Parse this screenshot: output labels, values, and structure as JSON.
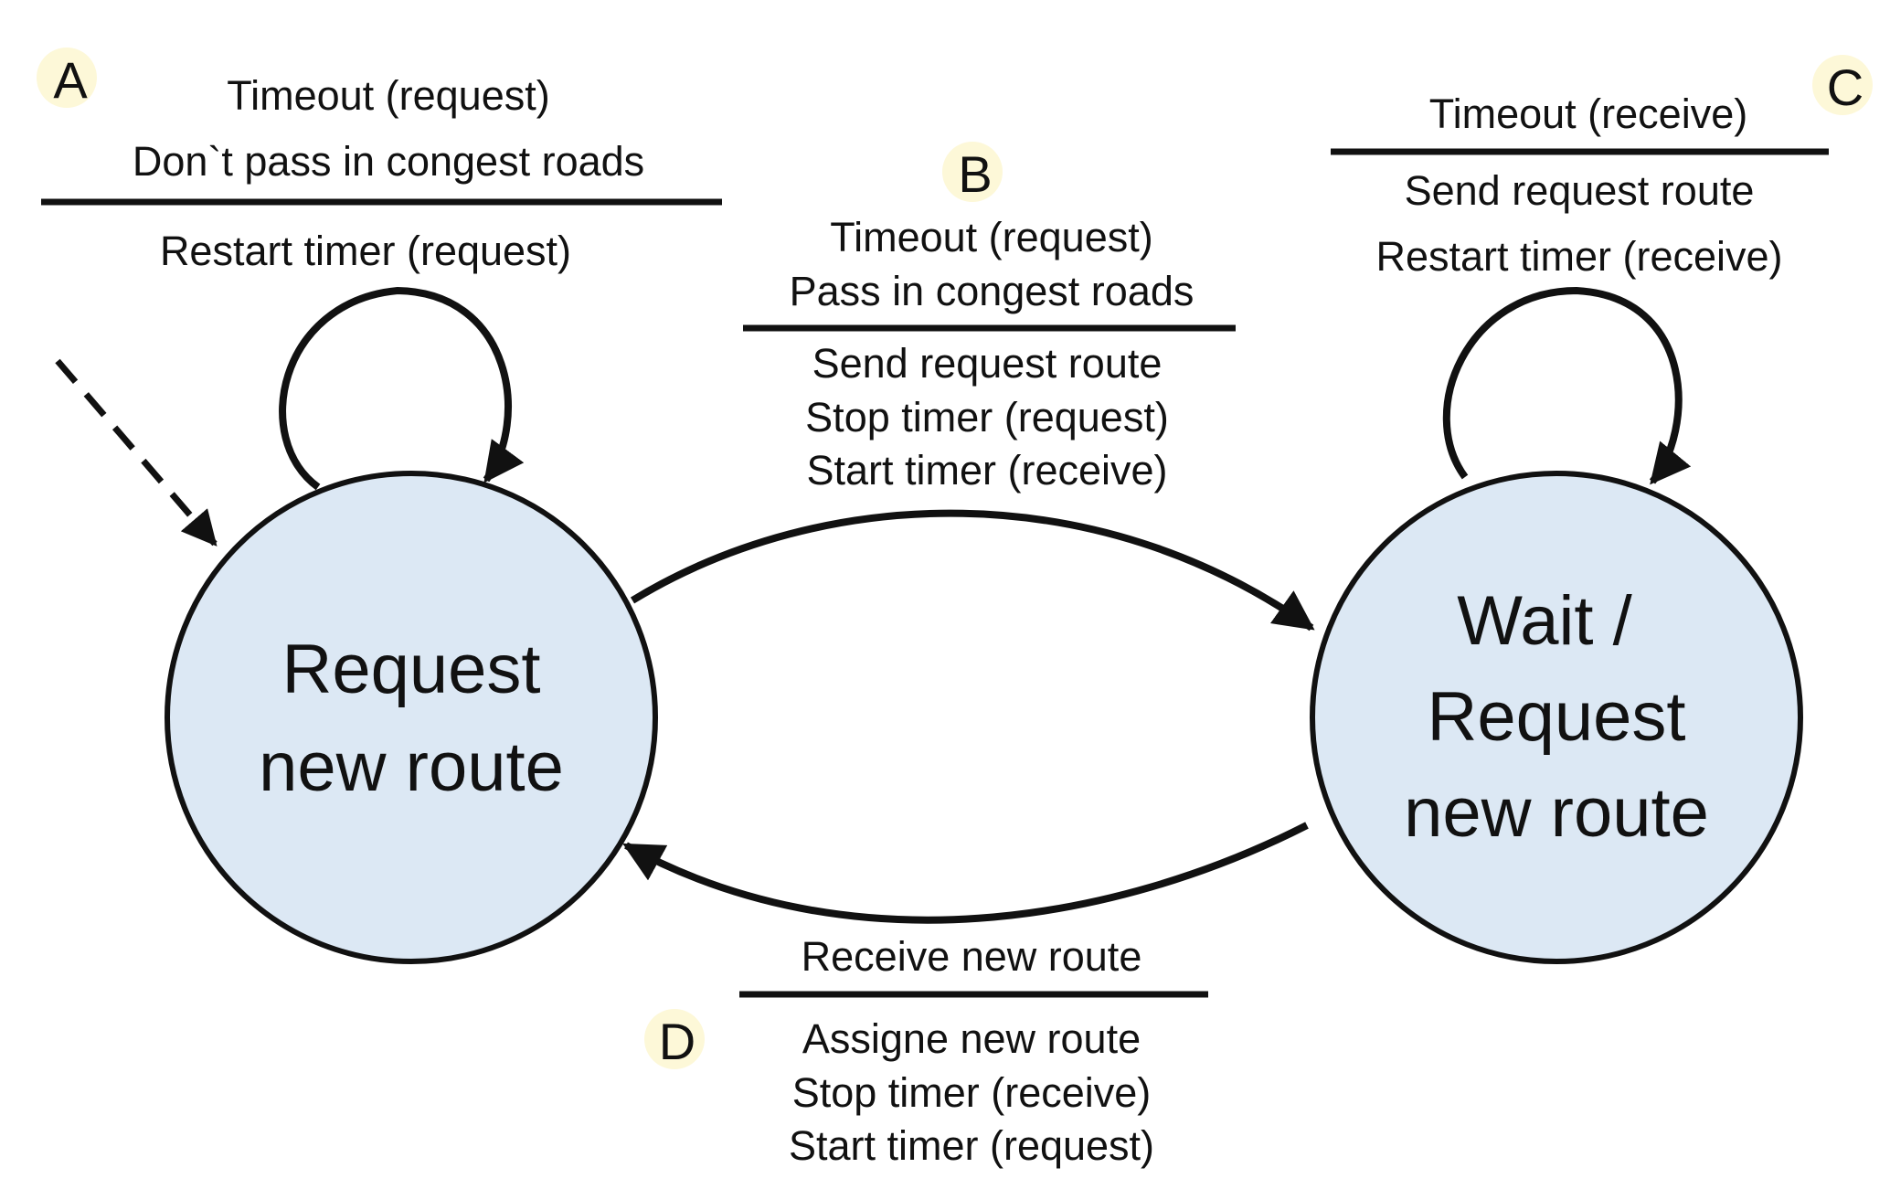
{
  "states": {
    "request": {
      "lines": [
        "Request",
        "new route"
      ]
    },
    "wait": {
      "lines": [
        "Wait /",
        "Request",
        "new route"
      ]
    }
  },
  "transitions": {
    "A": {
      "badge": "A",
      "condition": [
        "Timeout (request)",
        "Don`t pass in congest roads"
      ],
      "action": [
        "Restart timer (request)"
      ]
    },
    "B": {
      "badge": "B",
      "condition": [
        "Timeout (request)",
        "Pass in congest roads"
      ],
      "action": [
        "Send request route",
        "Stop timer (request)",
        "Start timer (receive)"
      ]
    },
    "C": {
      "badge": "C",
      "condition": [
        "Timeout  (receive)"
      ],
      "action": [
        "Send request route",
        "Restart timer (receive)"
      ]
    },
    "D": {
      "badge": "D",
      "condition": [
        "Receive new route"
      ],
      "action": [
        "Assigne new route",
        "Stop timer (receive)",
        "Start timer (request)"
      ]
    }
  },
  "colors": {
    "state_fill": "#dce8f4",
    "badge_fill": "#fdf8d8",
    "stroke": "#111111"
  }
}
